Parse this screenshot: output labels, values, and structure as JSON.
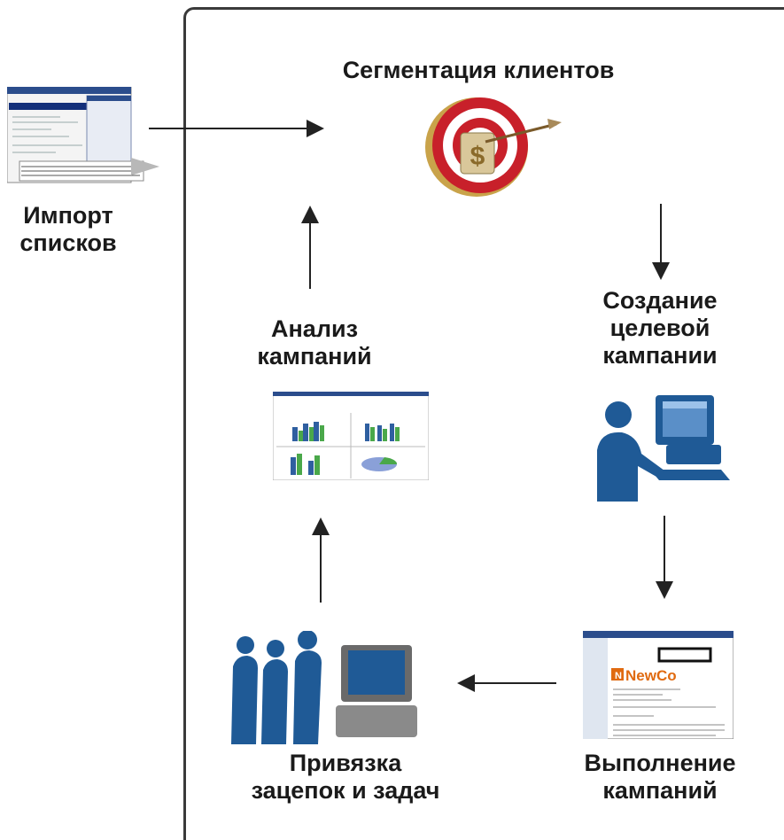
{
  "diagram": {
    "nodes": {
      "import": {
        "line1": "Импорт",
        "line2": "списков"
      },
      "segment": {
        "line1": "Сегментация клиентов"
      },
      "create": {
        "line1": "Создание",
        "line2": "целевой",
        "line3": "кампании"
      },
      "execute": {
        "line1": "Выполнение",
        "line2": "кампаний"
      },
      "bind": {
        "line1": "Привязка",
        "line2": "зацепок и задач"
      },
      "analyze": {
        "line1": "Анализ",
        "line2": "кампаний"
      }
    },
    "email_brand": "NewCo",
    "colors": {
      "arrow": "#222222",
      "frame": "#3a3a3a",
      "silhouette": "#1f5a96",
      "target_red": "#c8202a"
    }
  }
}
